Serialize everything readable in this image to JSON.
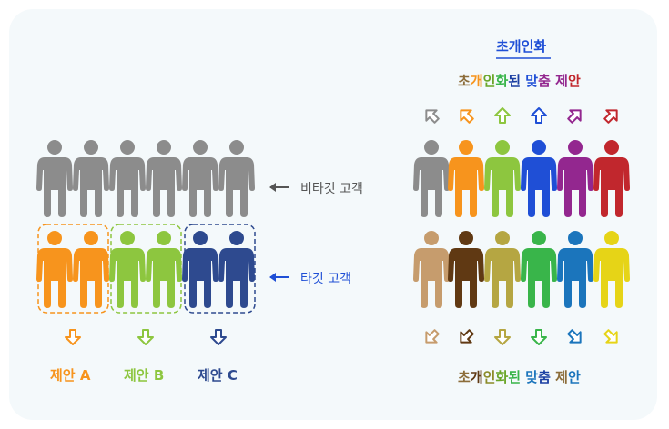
{
  "left": {
    "non_target_label": "비타깃 고객",
    "target_label": "타깃 고객",
    "offers": [
      {
        "label": "제안 A",
        "color": "#f7941d"
      },
      {
        "label": "제안 B",
        "color": "#8dc63f"
      },
      {
        "label": "제안 C",
        "color": "#2e4a8f"
      }
    ],
    "colors": {
      "gray": "#8c8c8c",
      "non_target_text": "#555555",
      "target_text": "#1f4fd6",
      "arrow_dark": "#555555",
      "arrow_blue": "#1f4fd6"
    }
  },
  "right": {
    "title": "초개인화",
    "top_caption": "초개인화된 맞춤 제안",
    "bottom_caption": "초개인화된 맞춤 제안",
    "title_color": "#1f4fd6",
    "row1_colors": [
      "#8c8c8c",
      "#f7941d",
      "#8dc63f",
      "#1f4fd6",
      "#93278f",
      "#c1272d"
    ],
    "row2_colors": [
      "#c69c6d",
      "#603913",
      "#b5a642",
      "#39b54a",
      "#1b75bc",
      "#e6d417"
    ],
    "up_arrow_icons": [
      "arrow-up-left",
      "arrow-up-left",
      "arrow-up",
      "arrow-up",
      "arrow-up-right",
      "arrow-up-right"
    ],
    "down_arrow_icons": [
      "arrow-down-left",
      "arrow-down-left",
      "arrow-down",
      "arrow-down",
      "arrow-down-right",
      "arrow-down-right"
    ]
  }
}
